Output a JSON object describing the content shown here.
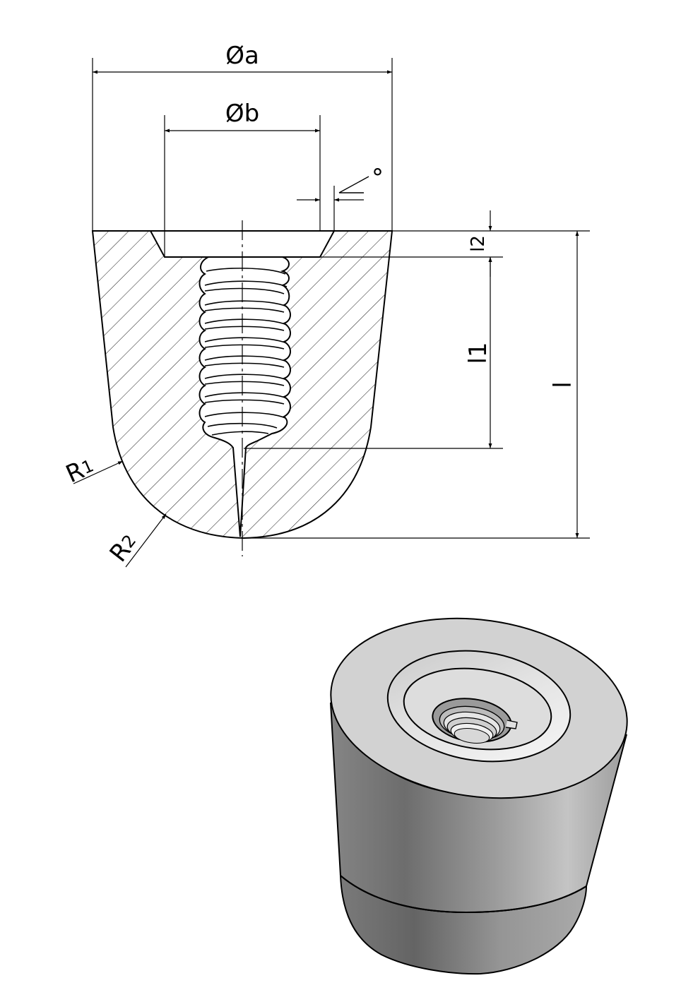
{
  "labels": {
    "dia_a": "Øa",
    "dia_b": "Øb",
    "angle": "°",
    "l2": "l2",
    "l1": "l1",
    "l": "l",
    "r1_letter": "R",
    "r1_sub": "1",
    "r2_letter": "R",
    "r2_sub": "2"
  }
}
